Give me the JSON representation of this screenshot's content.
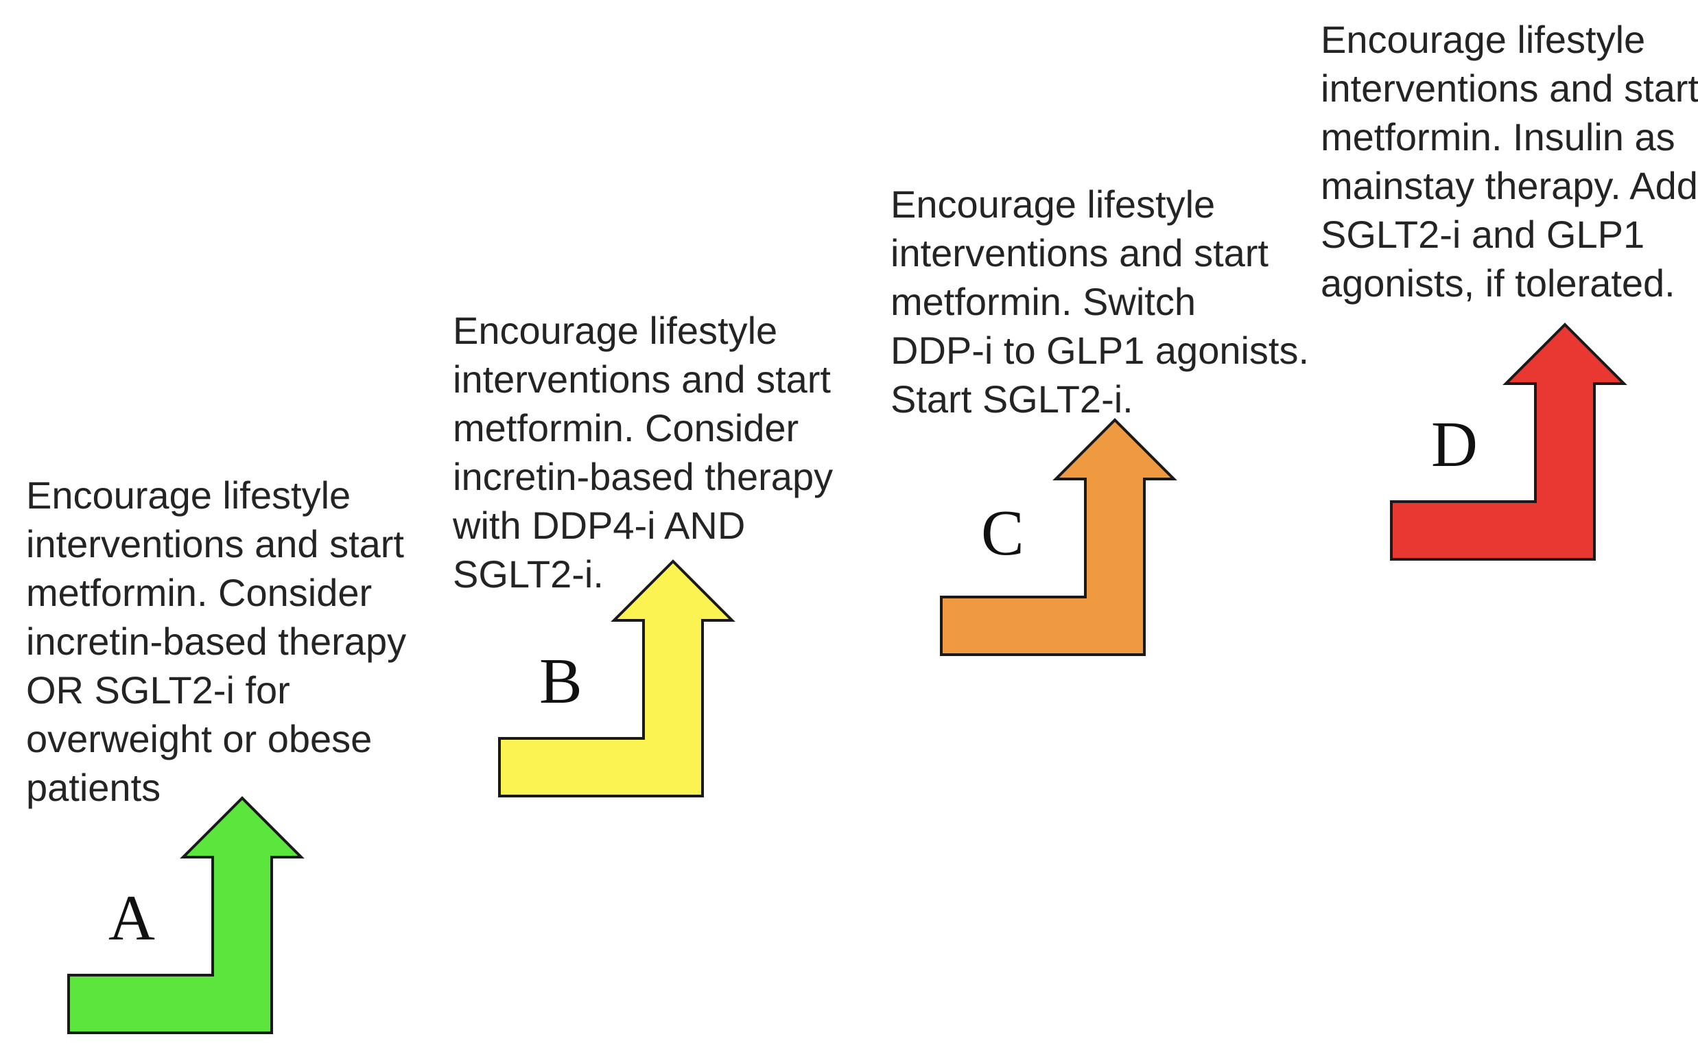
{
  "diagram": {
    "type": "stepped-escalation-arrows",
    "arrow_outline_color": "#1a1a1a",
    "text_color": "#242424"
  },
  "steps": [
    {
      "label": "A",
      "color": "#5ce53c",
      "text": "Encourage lifestyle\ninterventions and start\nmetformin. Consider\nincretin-based therapy\nOR SGLT2-i for\noverweight or obese\npatients"
    },
    {
      "label": "B",
      "color": "#fbf351",
      "text": "Encourage lifestyle\ninterventions and start\nmetformin. Consider\nincretin-based therapy\nwith DDP4-i AND\nSGLT2-i."
    },
    {
      "label": "C",
      "color": "#ef9a40",
      "text": "Encourage lifestyle\ninterventions and start\nmetformin. Switch\nDDP-i to GLP1 agonists.\nStart SGLT2-i."
    },
    {
      "label": "D",
      "color": "#e83831",
      "text": "Encourage lifestyle\ninterventions and start\nmetformin. Insulin as\nmainstay therapy. Add\nSGLT2-i and GLP1\nagonists, if tolerated."
    }
  ]
}
